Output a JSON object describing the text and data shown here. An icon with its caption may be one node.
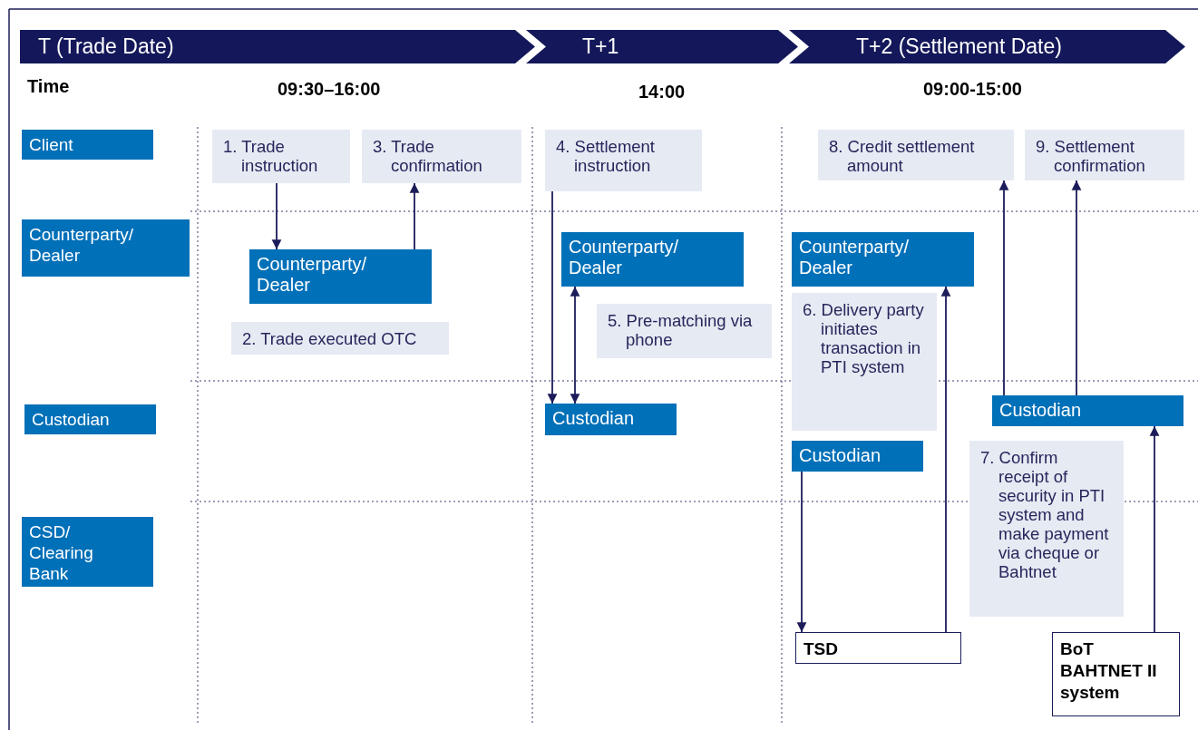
{
  "diagram": {
    "nodes": [
      {
        "text": [
          "T (Trade Date)"
        ]
      },
      {
        "text": [
          "T+1"
        ]
      },
      {
        "text": [
          "T+2 (Settlement Date)"
        ]
      },
      {
        "text": [
          "Client"
        ]
      },
      {
        "text": [
          "Counterparty/ Dealer"
        ]
      },
      {
        "text": [
          "Custodian"
        ]
      },
      {
        "text": [
          "CSD/ Clearing Bank"
        ]
      },
      {
        "text": [
          "1. Trade instruction"
        ]
      },
      {
        "text": [
          "3. Trade confirmation"
        ]
      },
      {
        "text": [
          "Counterparty/ Dealer"
        ]
      },
      {
        "text": [
          "2. Trade executed OTC"
        ]
      },
      {
        "text": [
          "4. Settlement instruction"
        ]
      },
      {
        "text": [
          "Counterparty/ Dealer"
        ]
      },
      {
        "text": [
          "5. Pre-matching via phone"
        ]
      },
      {
        "text": [
          "Custodian"
        ]
      },
      {
        "text": [
          "8. Credit settlement amount"
        ]
      },
      {
        "text": [
          "9. Settlement confirmation"
        ]
      },
      {
        "text": [
          "Counterparty/ Dealer"
        ]
      },
      {
        "text": [
          "6. Delivery party initiates transaction in PTI system"
        ]
      },
      {
        "text": [
          "Custodian"
        ]
      },
      {
        "text": [
          "Custodian"
        ]
      },
      {
        "text": [
          "7. Confirm receipt of security in PTI system and make payment via cheque or Bahtnet"
        ]
      },
      {
        "text": [
          "TSD"
        ]
      },
      {
        "text": [
          "BoT BAHTNET II system"
        ]
      }
    ],
    "edges": [
      {
        "from": 7,
        "to": 9,
        "arrow": "to"
      },
      {
        "from": 9,
        "to": 8,
        "arrow": "to"
      },
      {
        "from": 11,
        "to": 14,
        "arrow": "to"
      },
      {
        "from": 14,
        "to": 12,
        "arrow": "both"
      },
      {
        "from": 19,
        "to": 15,
        "arrow": "to"
      },
      {
        "from": 19,
        "to": 16,
        "arrow": "to"
      },
      {
        "from": 20,
        "to": 22,
        "arrow": "to"
      },
      {
        "from": 22,
        "to": 17,
        "arrow": "to"
      },
      {
        "from": 23,
        "to": 19,
        "arrow": "to"
      }
    ],
    "labels": [
      "Time",
      "09:30–16:00",
      "14:00",
      "09:00-15:00"
    ]
  }
}
